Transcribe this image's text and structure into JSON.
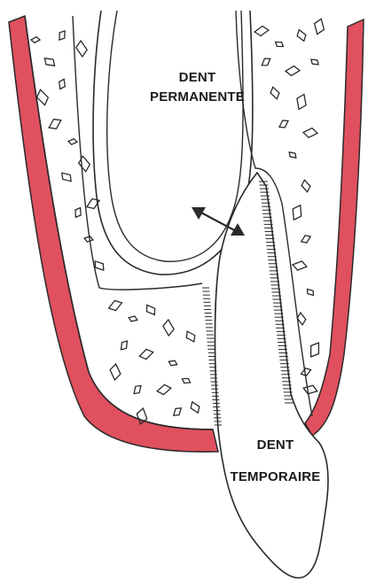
{
  "labels": {
    "permanent_tooth": [
      "DENT",
      "PERMANENTE"
    ],
    "temporary_tooth": [
      "DENT",
      "TEMPORAIRE"
    ]
  },
  "colors": {
    "gum": "#e0505f",
    "outline": "#2a2a2a",
    "background": "#ffffff"
  }
}
